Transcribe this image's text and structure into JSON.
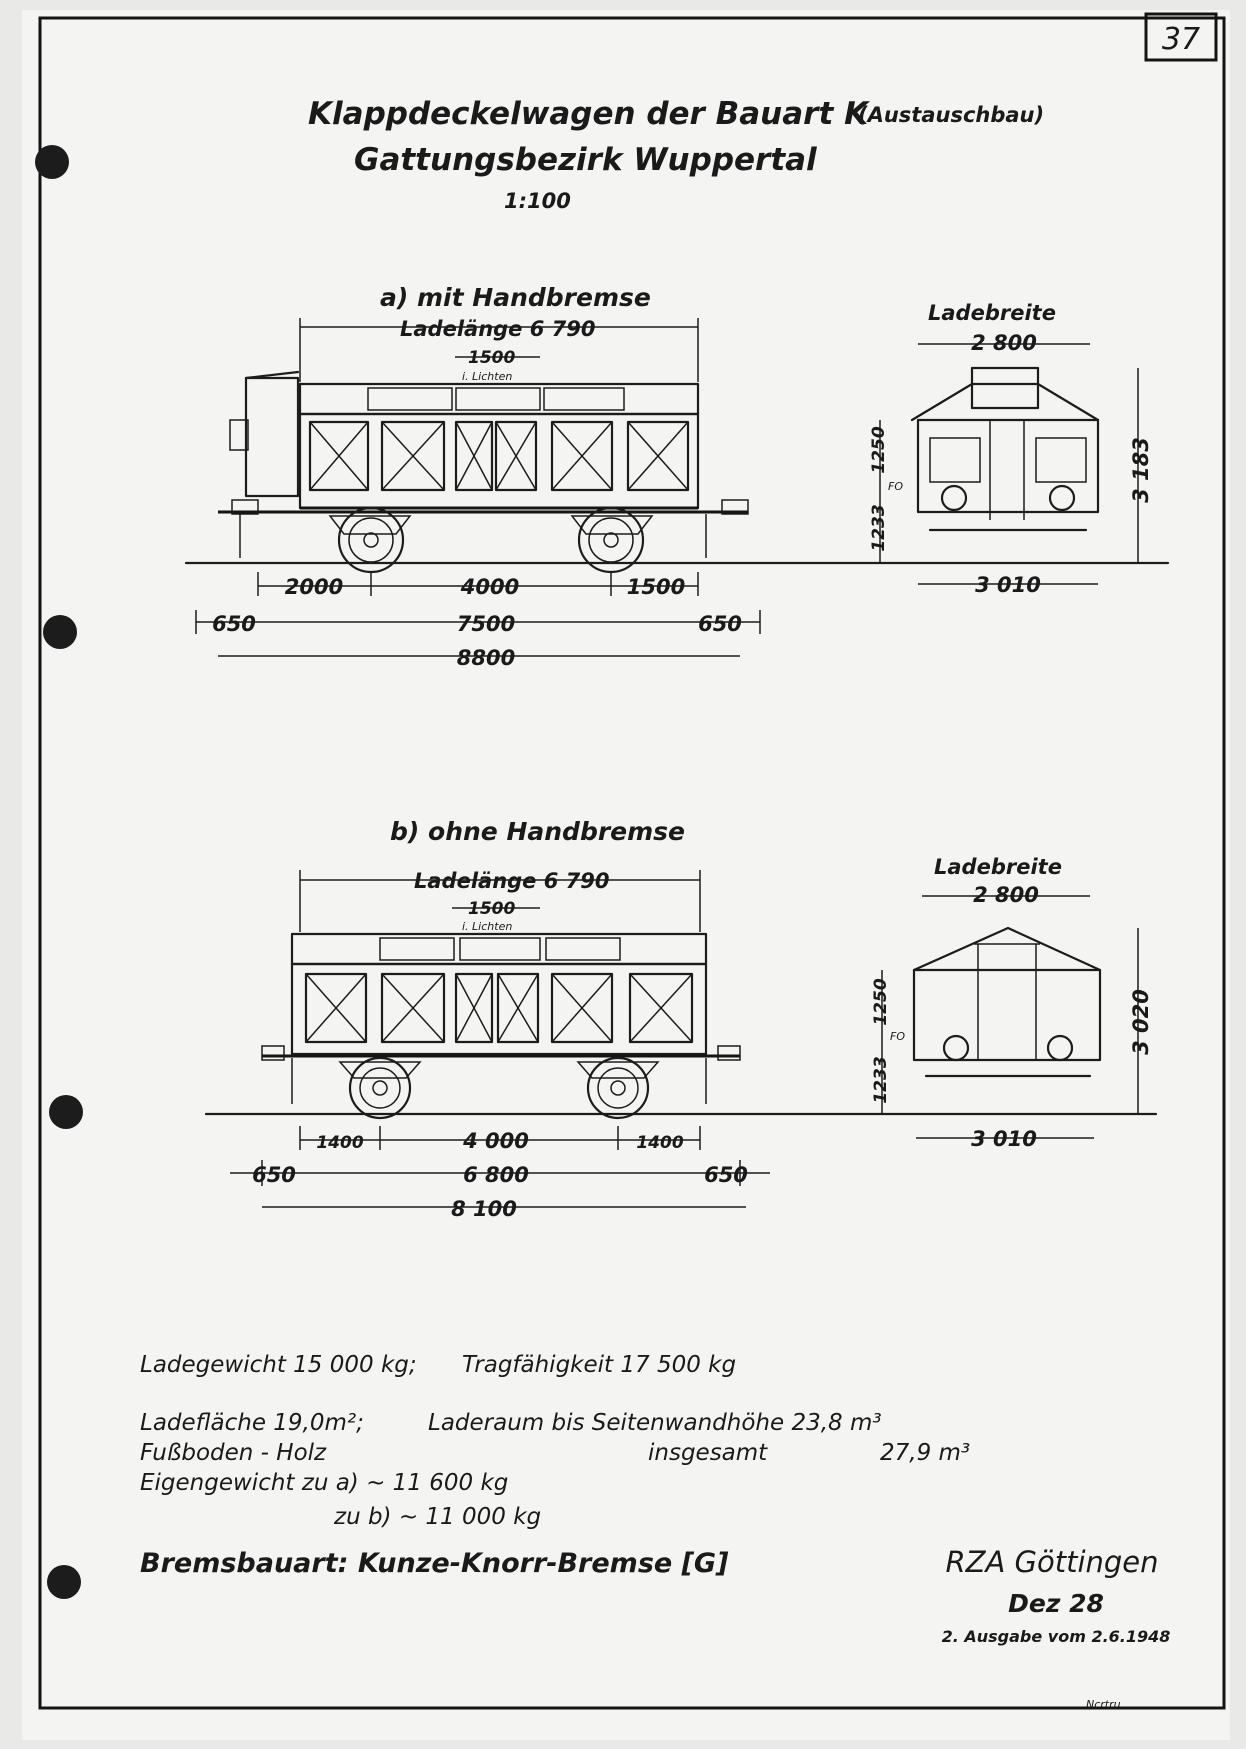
{
  "page_number": "37",
  "title": {
    "line1": "Klappdeckelwagen der Bauart K",
    "line1_suffix": "(Austauschbau)",
    "line2": "Gattungsbezirk Wuppertal",
    "scale": "1:100"
  },
  "variant_a": {
    "heading": "a) mit Handbremse",
    "load_length": "Ladelänge 6 790",
    "door_width": "1500",
    "door_note": "i. Lichten",
    "dims_bottom": [
      "2000",
      "4000",
      "1500"
    ],
    "dim_overhang_left": "650",
    "dim_middle": "7500",
    "dim_overhang_right": "650",
    "dim_total": "8800",
    "end_view": {
      "load_width_label": "Ladebreite",
      "load_width": "2 800",
      "height": "3 183",
      "side_height": "1250",
      "floor_label": "FO",
      "floor_height": "1233",
      "width": "3 010"
    }
  },
  "variant_b": {
    "heading": "b) ohne Handbremse",
    "load_length": "Ladelänge 6 790",
    "door_width": "1500",
    "door_note": "i. Lichten",
    "dims_bottom": [
      "1400",
      "4 000",
      "1400"
    ],
    "dim_overhang_left": "650",
    "dim_middle": "6 800",
    "dim_overhang_right": "650",
    "dim_total": "8 100",
    "end_view": {
      "load_width_label": "Ladebreite",
      "load_width": "2 800",
      "height": "3 020",
      "side_height": "1250",
      "floor_label": "FO",
      "floor_height": "1233",
      "width": "3 010"
    }
  },
  "specs": {
    "line1_a": "Ladegewicht  15 000 kg;",
    "line1_b": "Tragfähigkeit  17 500 kg",
    "line2_a": "Ladefläche  19,0m²;",
    "line2_b": "Laderaum bis  Seitenwandhöhe  23,8 m³",
    "line3_a": "Fußboden - Holz",
    "line3_b": "insgesamt",
    "line3_c": "27,9 m³",
    "line4": "Eigengewicht zu a) ~ 11 600 kg",
    "line5": "zu b) ~ 11 000 kg"
  },
  "brake": "Bremsbauart:  Kunze-Knorr-Bremse [G]",
  "office": {
    "name": "RZA Göttingen",
    "date": "Dez 28",
    "edition": "2. Ausgabe vom 2.6.1948"
  },
  "margin_note": "Ncrtru"
}
